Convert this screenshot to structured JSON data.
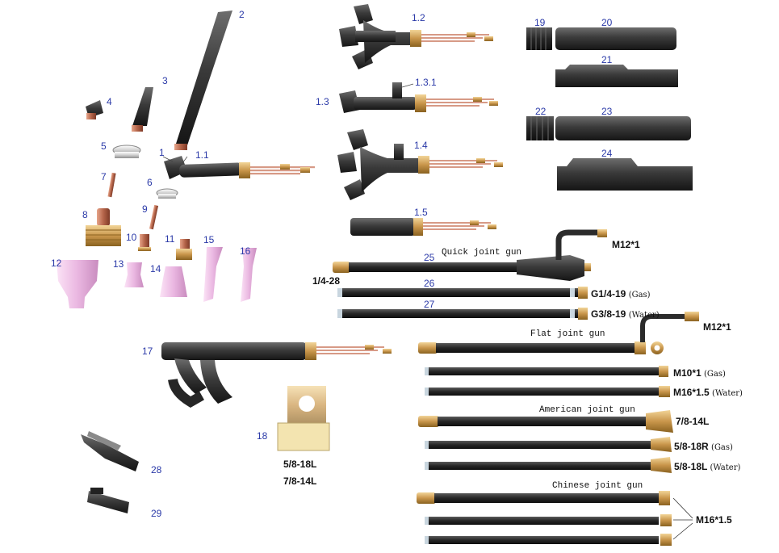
{
  "part_numbers": {
    "p1": "1",
    "p1_1": "1.1",
    "p1_2": "1.2",
    "p1_3": "1.3",
    "p1_3_1": "1.3.1",
    "p1_4": "1.4",
    "p1_5": "1.5",
    "p2": "2",
    "p3": "3",
    "p4": "4",
    "p5": "5",
    "p6": "6",
    "p7": "7",
    "p8": "8",
    "p9": "9",
    "p10": "10",
    "p11": "11",
    "p12": "12",
    "p13": "13",
    "p14": "14",
    "p15": "15",
    "p16": "16",
    "p17": "17",
    "p18": "18",
    "p19": "19",
    "p20": "20",
    "p21": "21",
    "p22": "22",
    "p23": "23",
    "p24": "24",
    "p25": "25",
    "p26": "26",
    "p27": "27",
    "p28": "28",
    "p29": "29"
  },
  "captions": {
    "quick": "Quick joint gun",
    "flat": "Flat joint gun",
    "american": "American joint gun",
    "chinese": "Chinese joint gun"
  },
  "thread_labels": {
    "quick_top": "M12*1",
    "quick_inlet": "1/4-28",
    "gas_g14": "G1/4-19",
    "gas_g14_note": "(Gas)",
    "water_g38": "G3/8-19",
    "water_g38_note": "(Water)",
    "flat_top": "M12*1",
    "flat_m10": "M10*1",
    "flat_m10_note": "(Gas)",
    "flat_m16": "M16*1.5",
    "flat_m16_note": "(Water)",
    "am_78": "7/8-14L",
    "am_58r": "5/8-18R",
    "am_58r_note": "(Gas)",
    "am_58l": "5/8-18L",
    "am_58l_note": "(Water)",
    "cn_m16": "M16*1.5",
    "adapter_a": "5/8-18L",
    "adapter_b": "7/8-14L"
  },
  "colors": {
    "body": "#3d3d3d",
    "body_dark": "#1f1f1f",
    "brass": "#d4a85a",
    "copper": "#c9895e",
    "ceramic": "#f0c7e8",
    "adapter": "#f3e4b0",
    "number": "#2b3aa8"
  }
}
